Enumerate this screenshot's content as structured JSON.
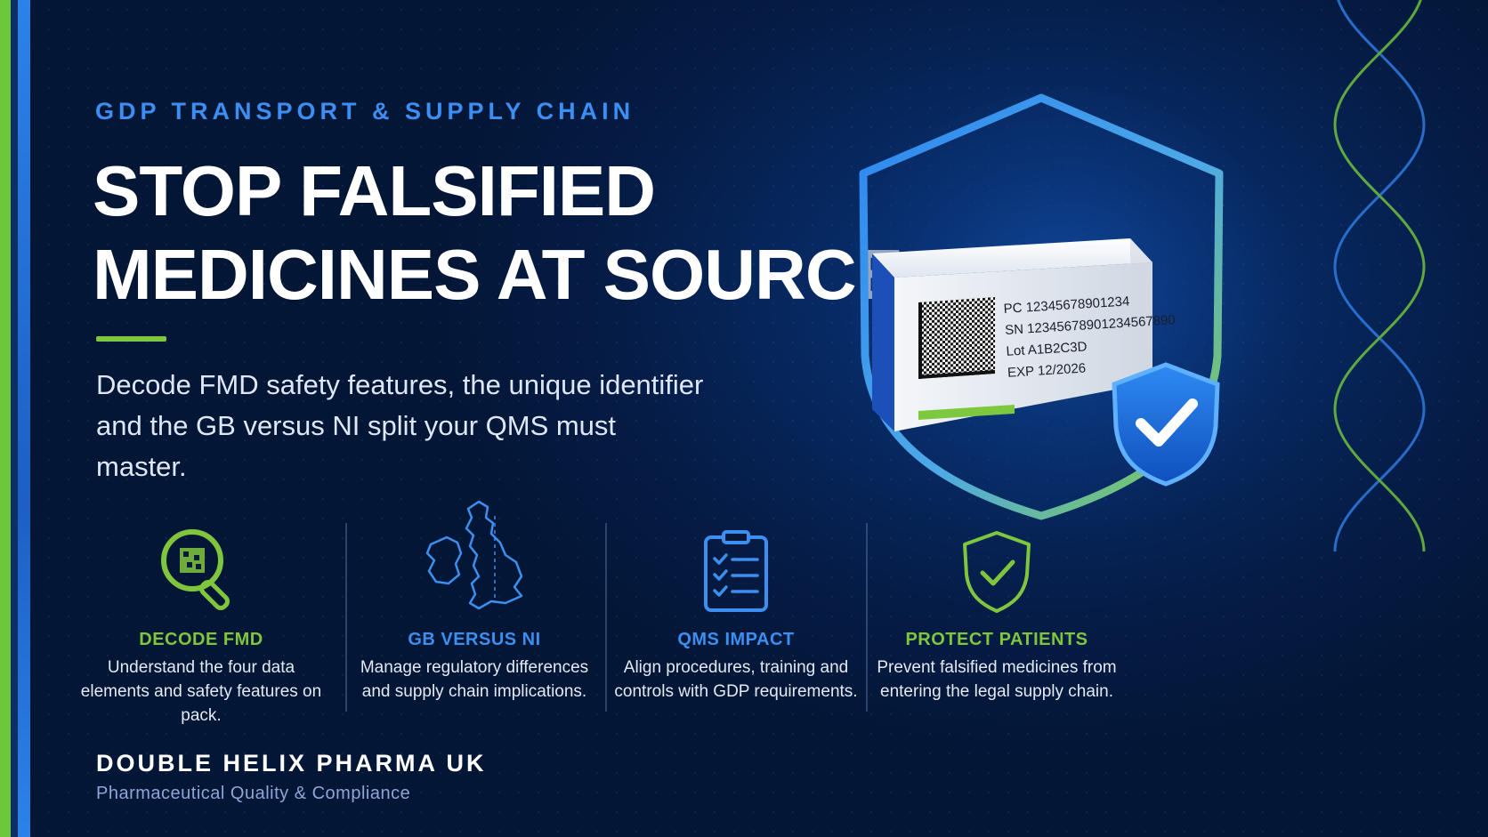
{
  "eyebrow": "GDP TRANSPORT & SUPPLY CHAIN",
  "headline": {
    "line1": "STOP FALSIFIED",
    "line2": "MEDICINES AT SOURCE"
  },
  "intro": "Decode FMD safety features, the unique identifier and the GB versus NI split your QMS must master.",
  "pack_label": {
    "pc": "PC  12345678901234",
    "sn": "SN  12345678901234567890",
    "lot": "Lot  A1B2C3D",
    "exp": "EXP  12/2026"
  },
  "features": [
    {
      "icon": "magnifier-datamatrix-icon",
      "title": "DECODE FMD",
      "color": "#7fc63d",
      "text": "Understand the four data elements and safety features on pack."
    },
    {
      "icon": "uk-map-icon",
      "title": "GB VERSUS NI",
      "color": "#3b8ff0",
      "text": "Manage regulatory differences and supply chain implications."
    },
    {
      "icon": "clipboard-checklist-icon",
      "title": "QMS IMPACT",
      "color": "#3b8ff0",
      "text": "Align procedures, training and controls with GDP requirements."
    },
    {
      "icon": "shield-check-icon",
      "title": "PROTECT PATIENTS",
      "color": "#7fc63d",
      "text": "Prevent falsified medicines from entering the legal supply chain."
    }
  ],
  "brand": {
    "name": "DOUBLE HELIX PHARMA UK",
    "tagline": "Pharmaceutical Quality & Compliance"
  },
  "colors": {
    "background": "#061838",
    "accent_green": "#7fc63d",
    "accent_blue": "#3b8ff0"
  }
}
